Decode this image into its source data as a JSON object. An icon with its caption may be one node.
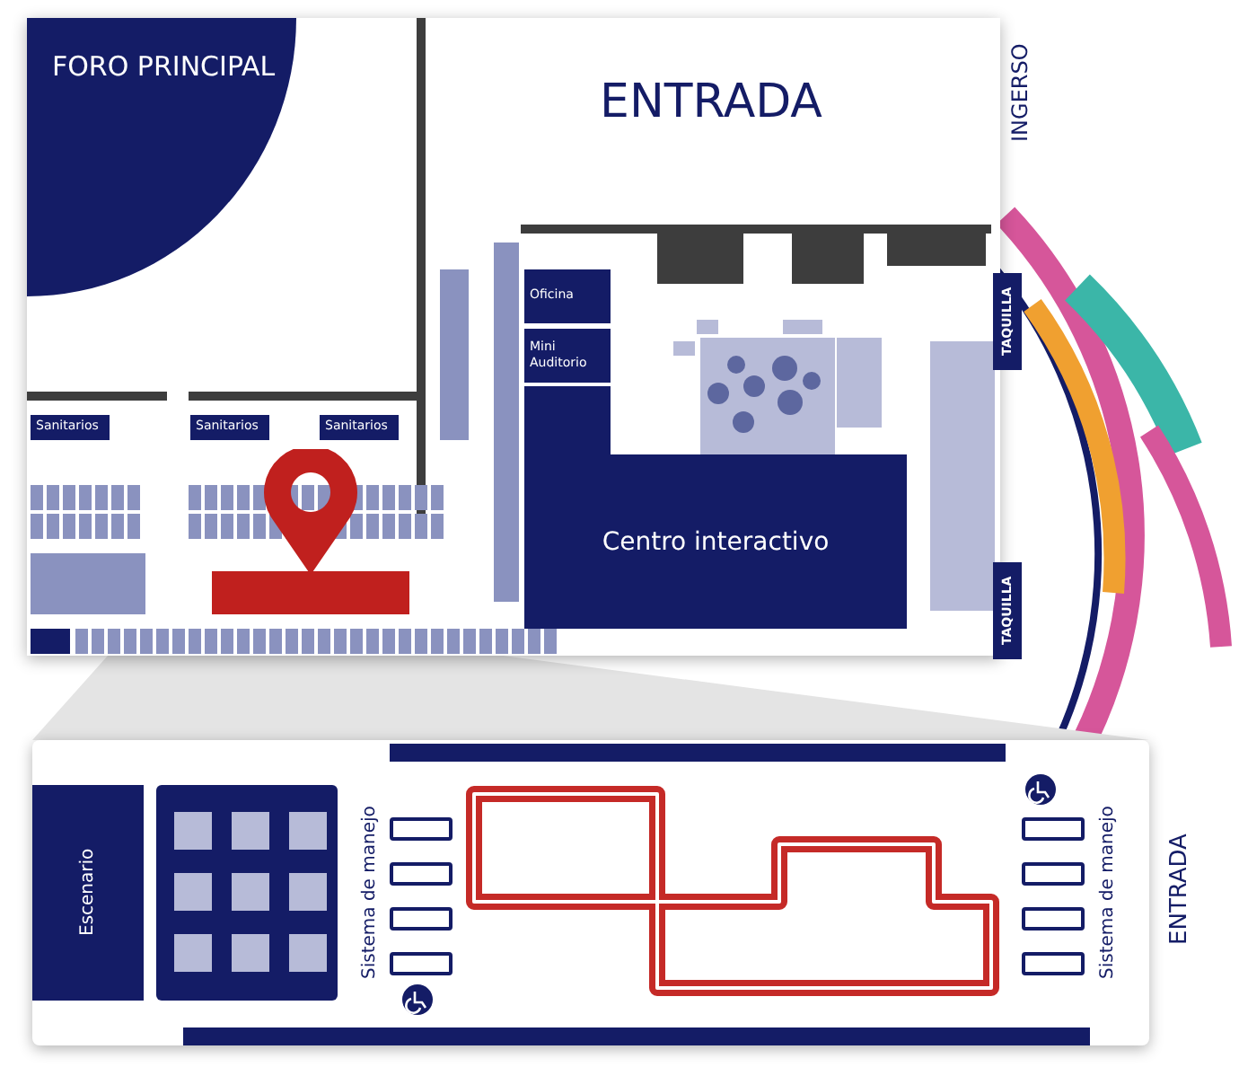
{
  "diagram": {
    "nodes": [
      {
        "text": [
          "FORO PRINCIPAL"
        ]
      },
      {
        "text": [
          "ENTRADA"
        ]
      },
      {
        "text": [
          "Sanitarios"
        ]
      },
      {
        "text": [
          "Sanitarios"
        ]
      },
      {
        "text": [
          "Sanitarios"
        ]
      },
      {
        "text": [
          "Oficina"
        ]
      },
      {
        "text": [
          "Mini Auditorio"
        ]
      },
      {
        "text": [
          "Centro interactivo"
        ]
      },
      {
        "text": [
          "TAQUILLA"
        ]
      },
      {
        "text": [
          "TAQUILLA"
        ]
      },
      {
        "text": [],
        "shape": "box"
      },
      {
        "text": [
          "Escenario"
        ]
      }
    ],
    "labels": [
      "INGERSO",
      "Sistema de manejo",
      "Sistema de manejo",
      "ENTRADA"
    ]
  }
}
